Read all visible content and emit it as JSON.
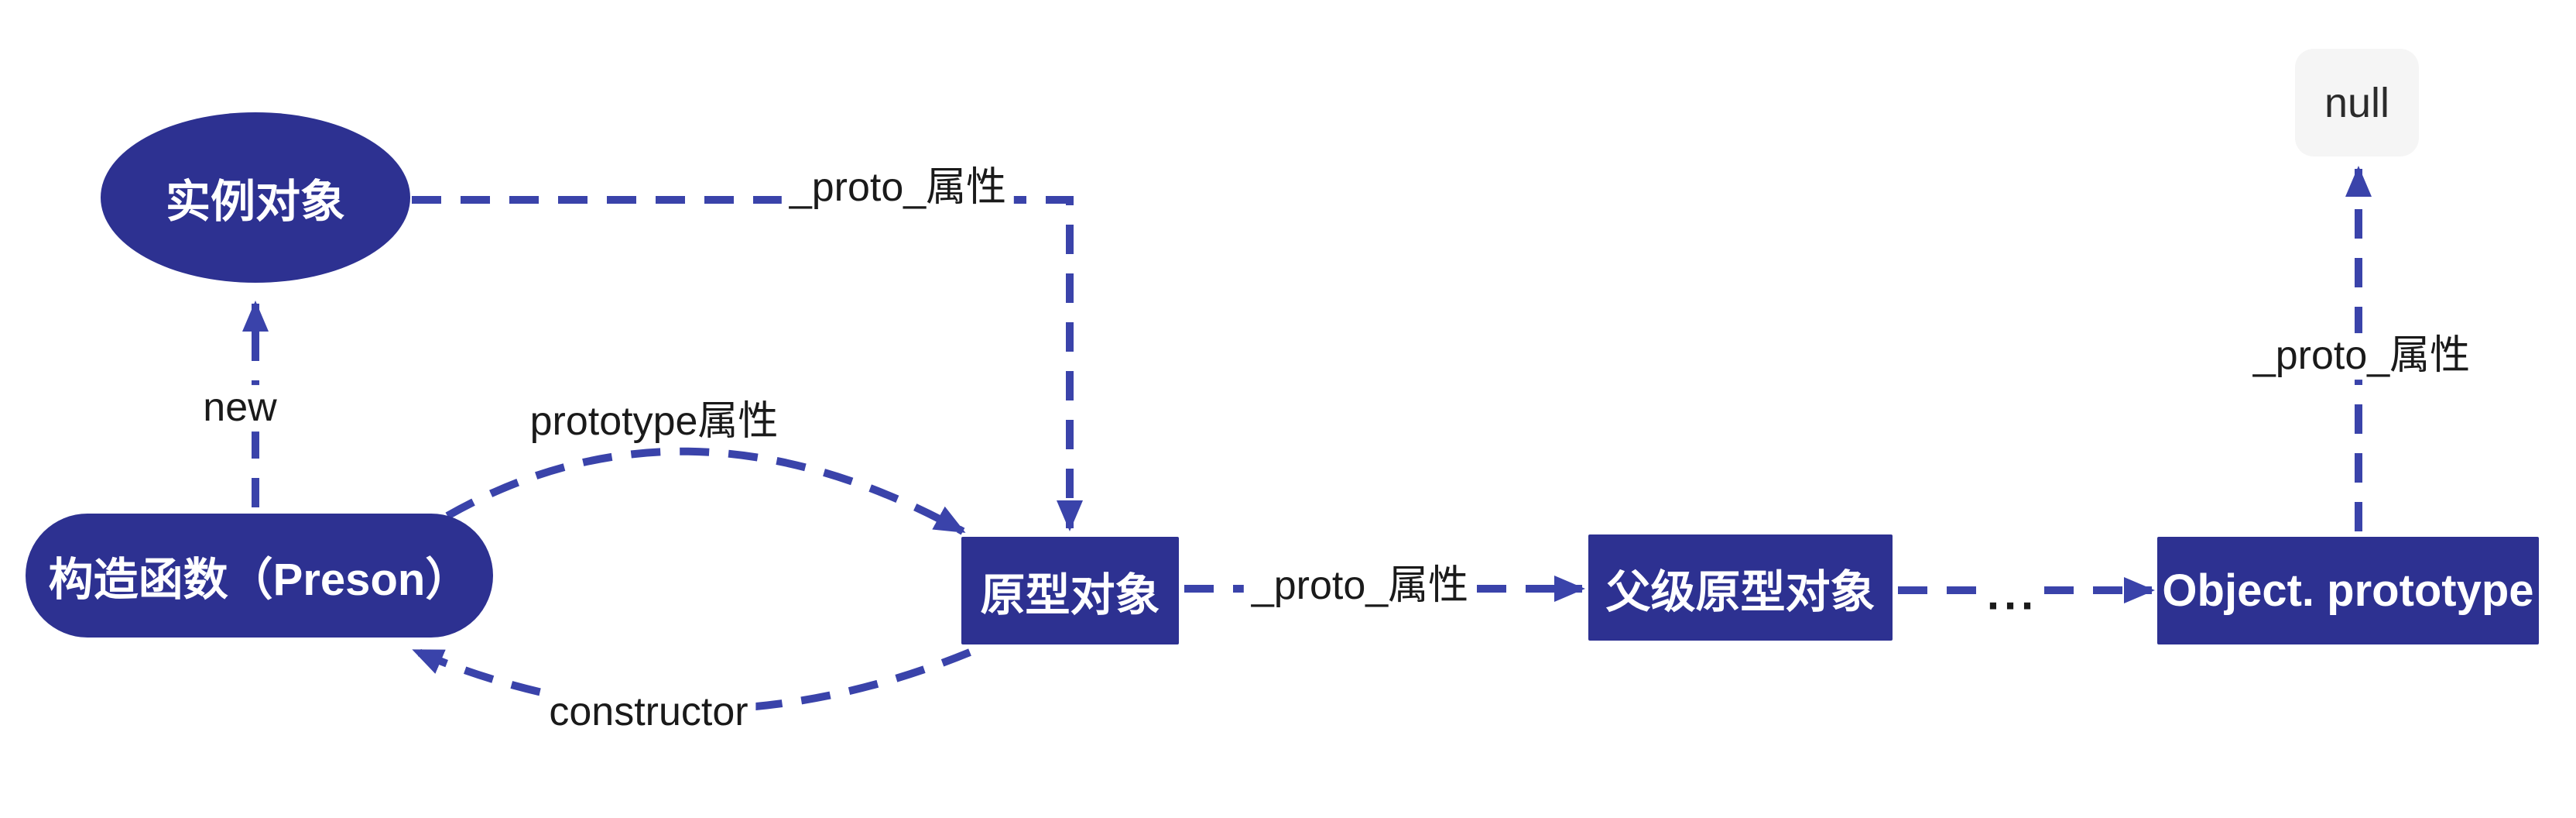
{
  "canvas": {
    "type": "diagram",
    "topic": "JavaScript prototype chain",
    "background": "#ffffff"
  },
  "colors": {
    "node_fill": "#2d3191",
    "node_text_color": "#ffffff",
    "edge_color": "#3a43aa",
    "label_color": "#1a1a1a",
    "null_fill": "#f5f5f5",
    "null_text_color": "#2b2b2b",
    "canvas_bg": "#ffffff"
  },
  "nodes": {
    "instance": {
      "label": "实例对象",
      "shape": "ellipse"
    },
    "constructor_fn": {
      "label": "构造函数（Preson）",
      "shape": "pill"
    },
    "prototype_obj": {
      "label": "原型对象",
      "shape": "rect"
    },
    "parent_prototype_obj": {
      "label": "父级原型对象",
      "shape": "rect"
    },
    "object_prototype": {
      "label": "Object. prototype",
      "shape": "rect"
    },
    "null_value": {
      "label": "null",
      "shape": "rounded-rect"
    }
  },
  "labels": {
    "new_edge": "new",
    "prototype_attr": "prototype属性",
    "constructor_edge": "constructor",
    "proto_attr_top": "_proto_属性",
    "proto_attr_mid": "_proto_属性",
    "ellipsis": "...",
    "proto_attr_right": "_proto_属性"
  },
  "edges": [
    {
      "from": "constructor_fn",
      "to": "instance",
      "label": "new",
      "style": "dashed-arrow"
    },
    {
      "from": "constructor_fn",
      "to": "prototype_obj",
      "label": "prototype属性",
      "style": "dashed-arrow-arc"
    },
    {
      "from": "prototype_obj",
      "to": "constructor_fn",
      "label": "constructor",
      "style": "dashed-arrow-arc"
    },
    {
      "from": "instance",
      "to": "prototype_obj",
      "label": "_proto_属性",
      "style": "dashed-arrow-elbow"
    },
    {
      "from": "prototype_obj",
      "to": "parent_prototype_obj",
      "label": "_proto_属性",
      "style": "dashed-arrow"
    },
    {
      "from": "parent_prototype_obj",
      "to": "object_prototype",
      "label": "...",
      "style": "dashed-arrow"
    },
    {
      "from": "object_prototype",
      "to": "null_value",
      "label": "_proto_属性",
      "style": "dashed-arrow"
    }
  ]
}
